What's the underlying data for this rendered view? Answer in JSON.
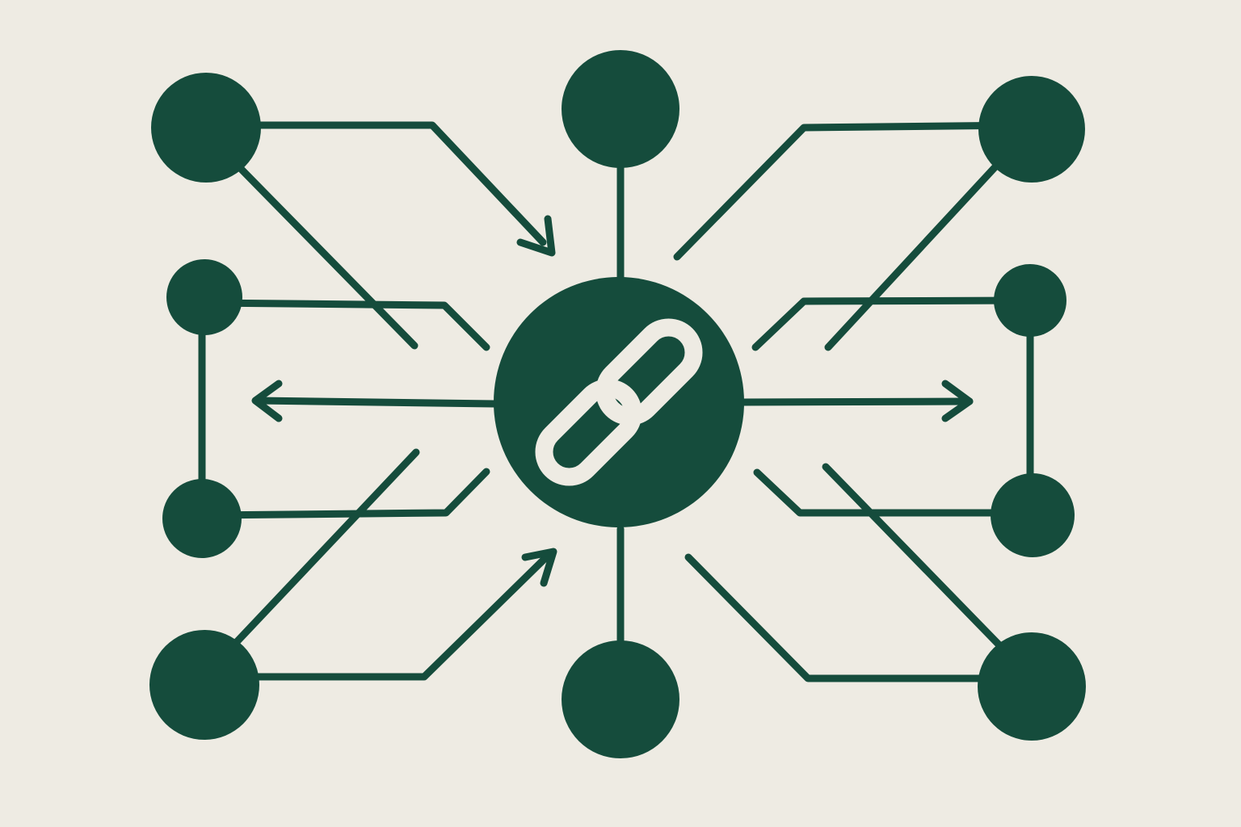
{
  "diagram": {
    "type": "hub-and-spoke network",
    "background_color": "#eeebe3",
    "ink_color": "#154c3c",
    "hub": {
      "icon": "link-chain-icon",
      "icon_color": "#eeebe3"
    },
    "node_count": 11,
    "connection_count": 12,
    "arrowheads": 4,
    "text": []
  }
}
